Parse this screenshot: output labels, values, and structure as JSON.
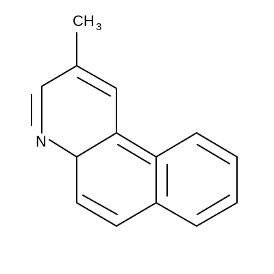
{
  "molecule": {
    "atoms": {
      "nitrogen": "N",
      "methyl_main": "CH",
      "methyl_subscript": "3"
    }
  },
  "colors": {
    "bond": "#000000",
    "background": "#ffffff"
  }
}
